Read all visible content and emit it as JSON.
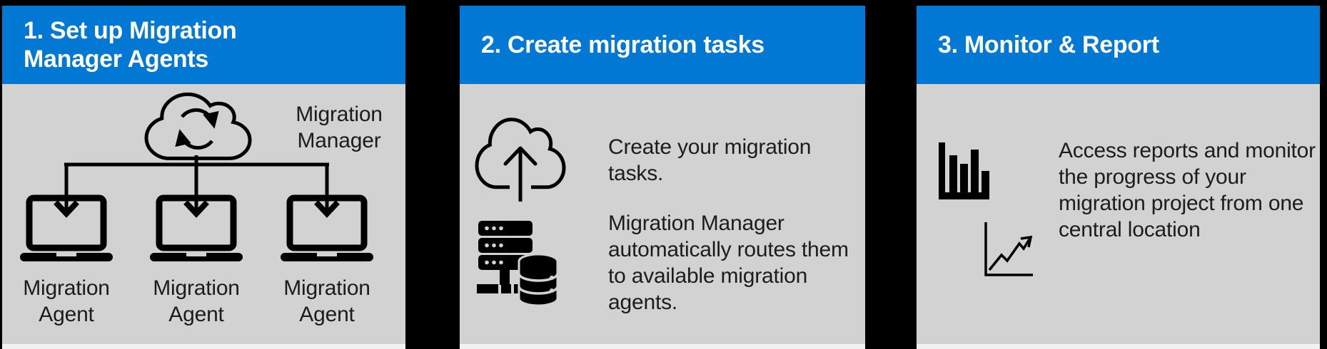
{
  "colors": {
    "page_background": "#000000",
    "header_background": "#0078D4",
    "header_text": "#FFFFFF",
    "panel_background": "#D2D2D2",
    "panel_footer_strip": "#F1F1F1",
    "icon_color": "#000000",
    "body_text": "#1C1C1C"
  },
  "panels": [
    {
      "title": "1. Set up Migration Manager Agents",
      "diagram": {
        "manager_label": "Migration Manager",
        "icons": [
          "cloud-sync-icon",
          "laptop-download-icon",
          "laptop-download-icon",
          "laptop-download-icon"
        ],
        "agents": [
          {
            "label": "Migration Agent"
          },
          {
            "label": "Migration Agent"
          },
          {
            "label": "Migration Agent"
          }
        ]
      }
    },
    {
      "title": "2. Create migration tasks",
      "icons": [
        "cloud-upload-icon",
        "server-database-icon"
      ],
      "paragraphs": [
        "Create your migration tasks.",
        "Migration Manager automatically routes them to available migration agents."
      ]
    },
    {
      "title": "3. Monitor & Report",
      "icons": [
        "bar-chart-icon",
        "line-chart-icon"
      ],
      "paragraphs": [
        "Access reports and monitor the progress of your migration project from one central location"
      ]
    }
  ]
}
